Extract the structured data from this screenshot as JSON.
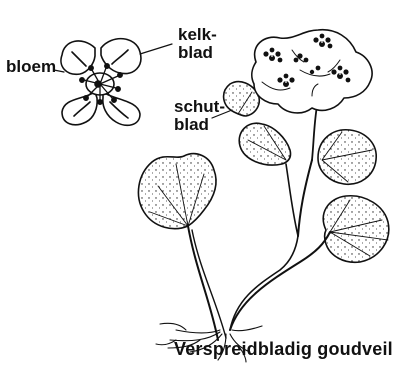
{
  "labels": {
    "bloem": "bloem",
    "kelk_line1": "kelk-",
    "kelk_line2": "blad",
    "schut_line1": "schut-",
    "schut_line2": "blad"
  },
  "caption": "Verspreidbladig goudveil",
  "colors": {
    "ink": "#111111",
    "paper": "#ffffff"
  }
}
